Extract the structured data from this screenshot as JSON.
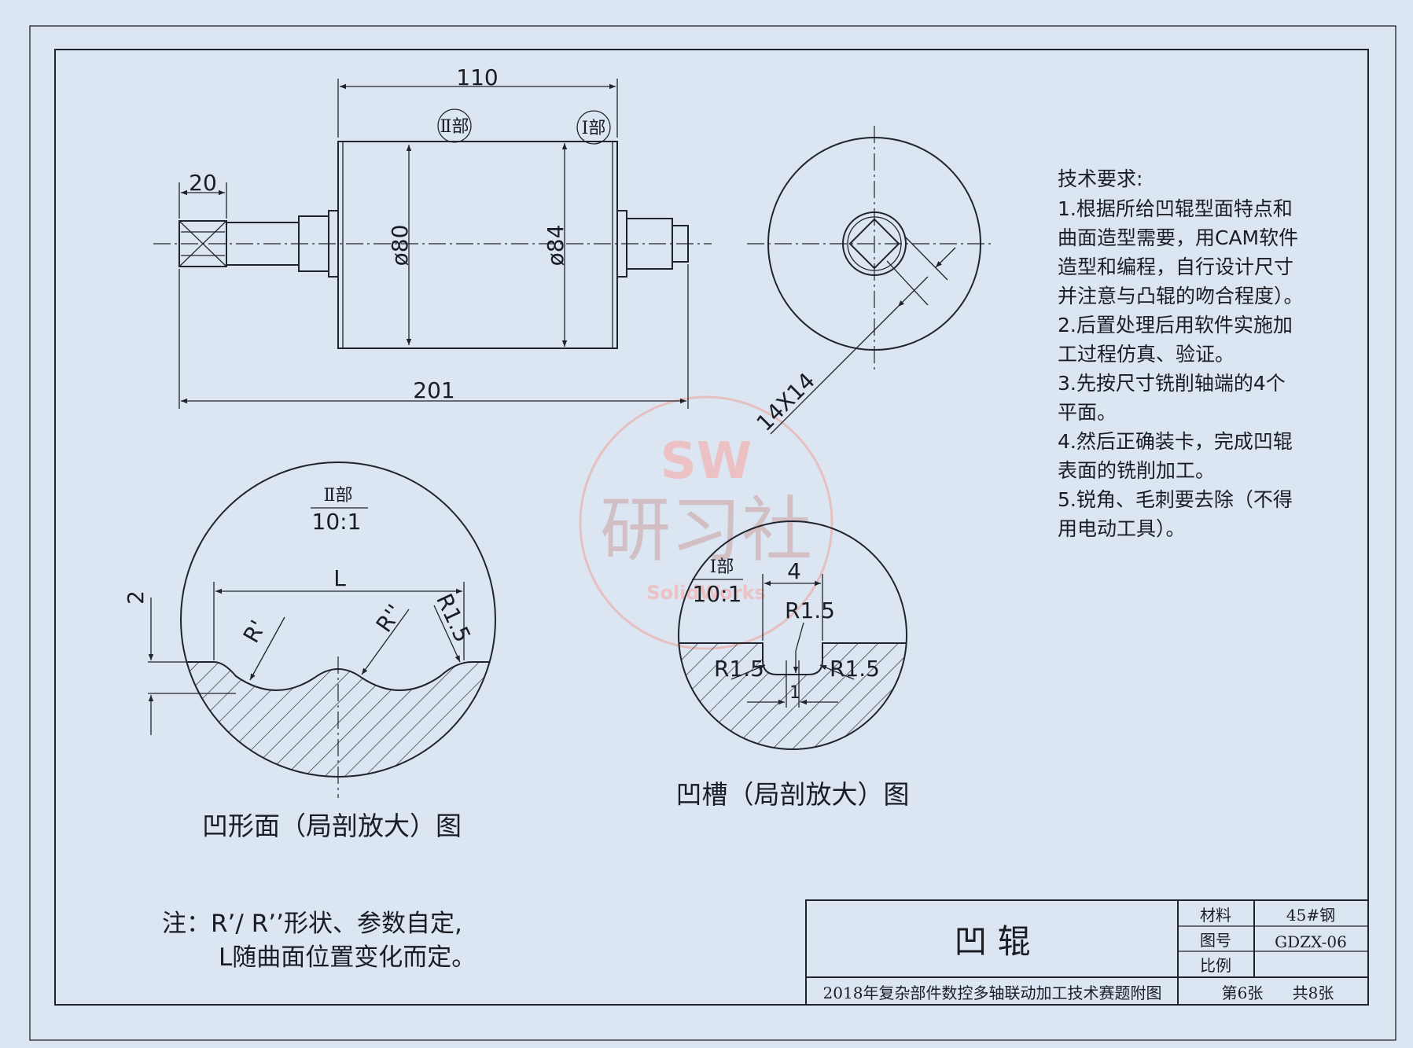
{
  "dims": {
    "d110": "110",
    "d20": "20",
    "d201": "201",
    "d80": "ø80",
    "d84": "ø84",
    "d14": "14X14",
    "d2": "2",
    "dL": "L",
    "dR1": "R'",
    "dR2": "R''",
    "dR15": "R1.5",
    "d4": "4",
    "d1": "1"
  },
  "detail_markers": {
    "part2": "Ⅱ部",
    "part1": "Ⅰ部"
  },
  "detail2": {
    "title": "Ⅱ部",
    "scale": "10:1"
  },
  "detail1": {
    "title": "Ⅰ部",
    "scale": "10:1"
  },
  "captions": {
    "concave_surface": "凹形面（局剖放大）图",
    "groove": "凹槽（局剖放大）图"
  },
  "requirements": {
    "title": "技术要求:",
    "lines": [
      "1.根据所给凹辊型面特点和",
      "曲面造型需要，用CAM软件",
      "造型和编程，自行设计尺寸",
      "并注意与凸辊的吻合程度）。",
      "2.后置处理后用软件实施加",
      "工过程仿真、验证。",
      "3.先按尺寸铣削轴端的4个",
      "平面。",
      "4.然后正确装卡，完成凹辊",
      "表面的铣削加工。",
      "5.锐角、毛刺要去除（不得",
      "用电动工具）。"
    ]
  },
  "note": {
    "line1": "注：R’/  R’’形状、参数自定,",
    "line2": "L随曲面位置变化而定。"
  },
  "title_block": {
    "part_name": "凹    辊",
    "material_label": "材料",
    "material_value": "45#钢",
    "drawing_no_label": "图号",
    "drawing_no_value": "GDZX-06",
    "scale_label": "比例",
    "scale_value": "",
    "competition": "2018年复杂部件数控多轴联动加工技术赛题附图",
    "sheet_no": "第6张",
    "sheet_total": "共8张"
  },
  "watermark": {
    "brand": "SW",
    "name": "研习社",
    "sub": "SolidWorks"
  },
  "colors": {
    "paper": "#dbe6f2",
    "ink": "#1a1d24",
    "watermark": "#e7b8b8"
  }
}
